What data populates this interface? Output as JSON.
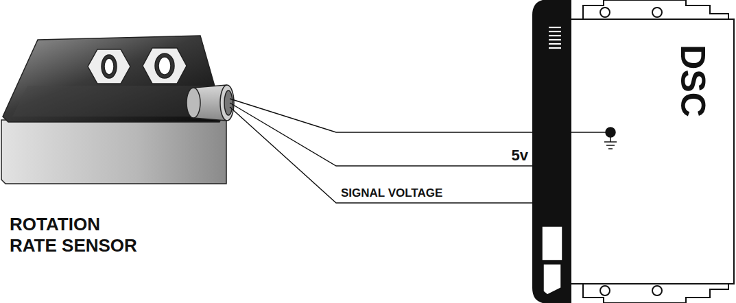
{
  "diagram": {
    "nodes": [
      {
        "text": [
          "ROTATION RATE SENSOR"
        ]
      },
      {
        "text": [
          "DSC"
        ]
      }
    ],
    "edges": [
      {
        "from": 0,
        "to": 1,
        "arrow": "none"
      },
      {
        "from": 0,
        "to": 1,
        "label": "5v",
        "arrow": "none"
      },
      {
        "from": 0,
        "to": 1,
        "label": "SIGNAL VOLTAGE",
        "arrow": "none"
      }
    ]
  }
}
